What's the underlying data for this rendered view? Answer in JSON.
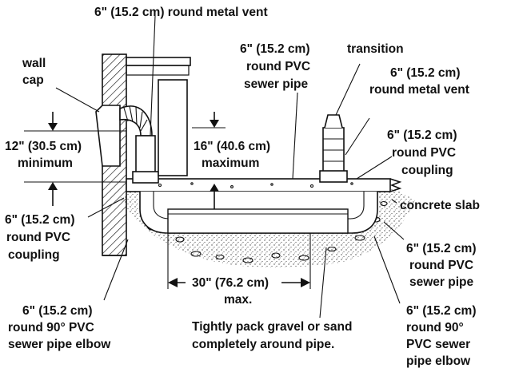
{
  "labels": {
    "top_vent": "6\" (15.2 cm) round metal vent",
    "wall_cap_1": "wall",
    "wall_cap_2": "cap",
    "pvc_pipe_top_1": "6\" (15.2 cm)",
    "pvc_pipe_top_2": "round PVC",
    "pvc_pipe_top_3": "sewer pipe",
    "transition": "transition",
    "right_vent_1": "6\" (15.2 cm)",
    "right_vent_2": "round metal vent",
    "min_1": "12\" (30.5 cm)",
    "min_2": "minimum",
    "max_1": "16\" (40.6 cm)",
    "max_2": "maximum",
    "right_coupling_1": "6\" (15.2 cm)",
    "right_coupling_2": "round PVC",
    "right_coupling_3": "coupling",
    "concrete_slab": "concrete slab",
    "left_coupling_1": "6\" (15.2 cm)",
    "left_coupling_2": "round PVC",
    "left_coupling_3": "coupling",
    "right_sewer_1": "6\" (15.2 cm)",
    "right_sewer_2": "round PVC",
    "right_sewer_3": "sewer pipe",
    "width_1": "30\" (76.2 cm)",
    "width_2": "max.",
    "left_elbow_1": "6\" (15.2 cm)",
    "left_elbow_2": "round 90° PVC",
    "left_elbow_3": "sewer pipe elbow",
    "gravel_1": "Tightly pack gravel or sand",
    "gravel_2": "completely around pipe.",
    "right_elbow_1": "6\" (15.2 cm)",
    "right_elbow_2": "round 90°",
    "right_elbow_3": "PVC sewer",
    "right_elbow_4": "pipe elbow"
  }
}
